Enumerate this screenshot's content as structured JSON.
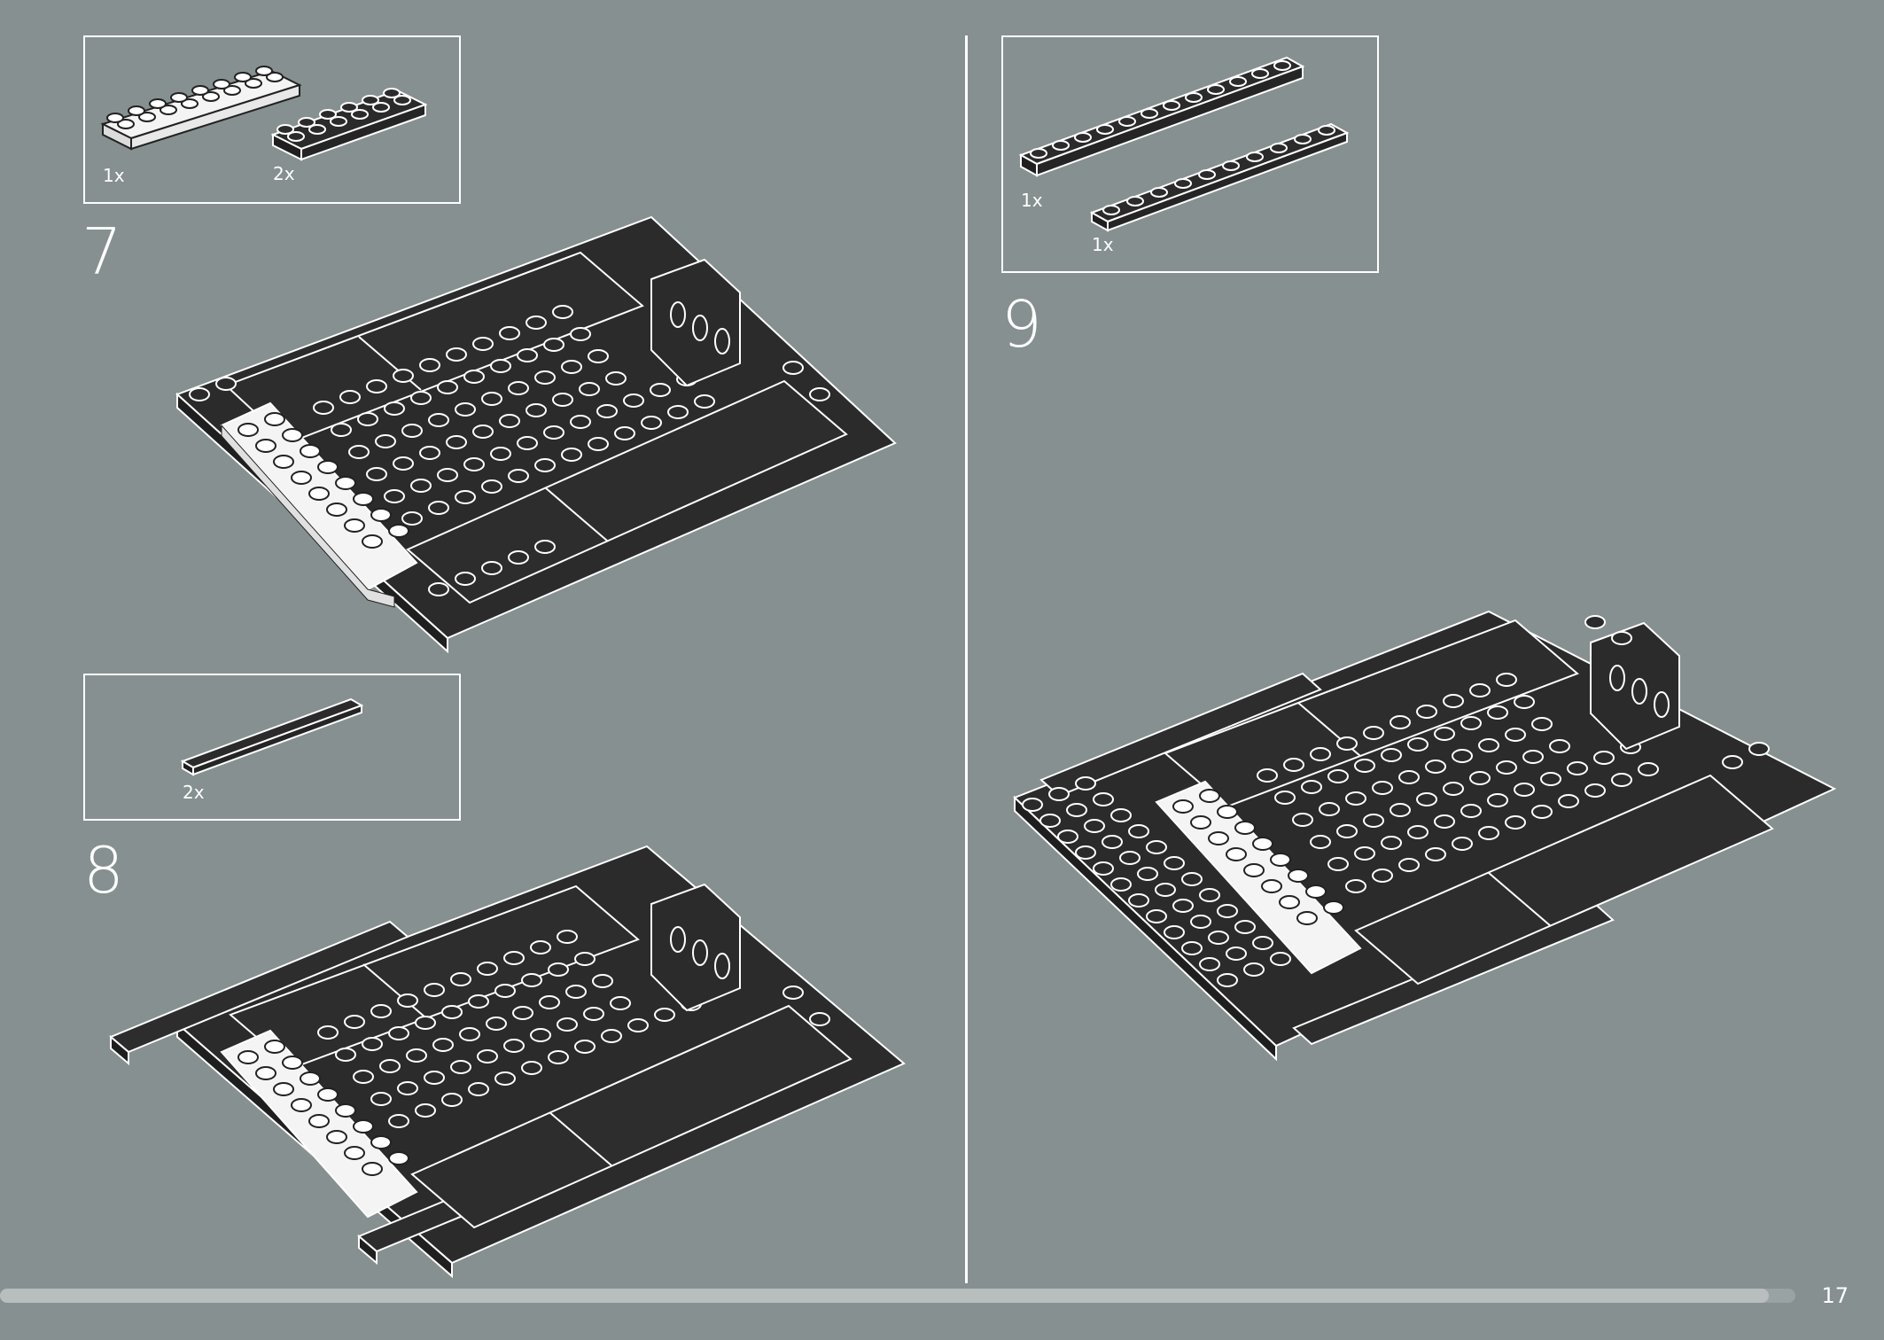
{
  "steps": [
    {
      "number": "7",
      "parts": [
        {
          "qty": "1x",
          "color": "white",
          "name": "plate-2x8"
        },
        {
          "qty": "2x",
          "color": "dark-grey",
          "name": "plate-2x6"
        }
      ]
    },
    {
      "number": "8",
      "parts": [
        {
          "qty": "2x",
          "color": "dark-grey",
          "name": "tile-1x8"
        }
      ]
    },
    {
      "number": "9",
      "parts": [
        {
          "qty": "1x",
          "color": "dark-grey",
          "name": "plate-1x12"
        },
        {
          "qty": "1x",
          "color": "dark-grey",
          "name": "plate-1x10"
        }
      ]
    }
  ],
  "page_number": "17",
  "progress": 0.985,
  "colors": {
    "background": "#869090",
    "brick_dark": "#2b2b2b",
    "brick_white": "#f4f4f4",
    "outline": "#ffffff"
  }
}
